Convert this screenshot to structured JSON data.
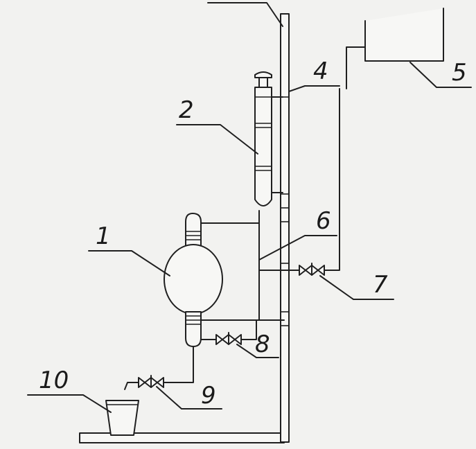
{
  "labels": {
    "stand": "",
    "flask": "1",
    "burette": "2",
    "tube": "4",
    "tank": "5",
    "pipe": "6",
    "valve_upper": "7",
    "valve_lower": "8",
    "valve_drain": "9",
    "beaker": "10"
  }
}
